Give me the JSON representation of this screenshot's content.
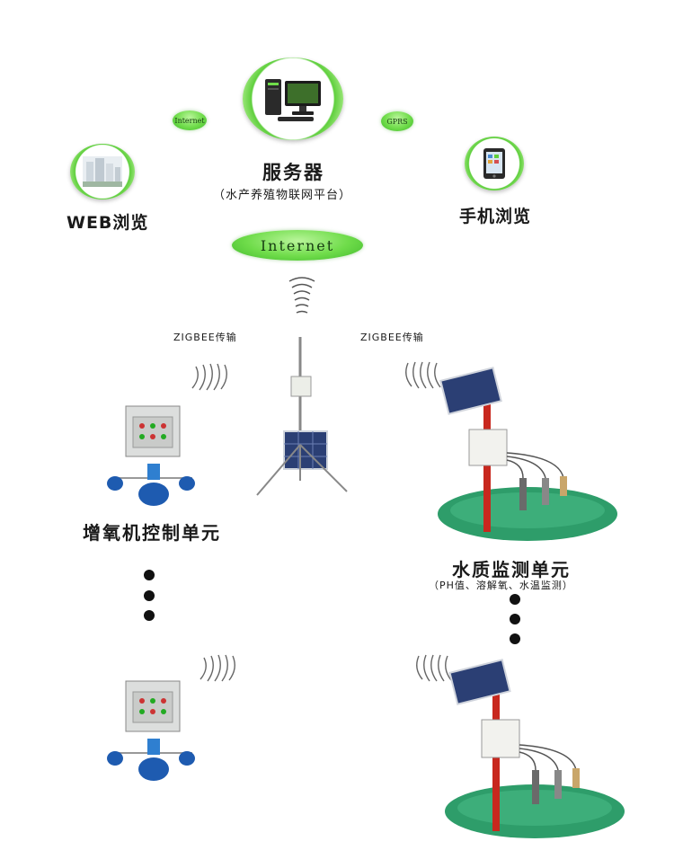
{
  "server": {
    "label": "服务器",
    "sublabel": "（水产养殖物联网平台）"
  },
  "web": {
    "label": "WEB浏览"
  },
  "mobile": {
    "label": "手机浏览"
  },
  "links": {
    "internet_small": "Internet",
    "gprs": "GPRS",
    "internet_main": "Internet"
  },
  "transmission": {
    "left": "ZIGBEE传输",
    "right": "ZIGBEE传输"
  },
  "units": {
    "aerator": "增氧机控制单元",
    "water_quality": "水质监测单元",
    "water_quality_sub": "（PH值、溶解氧、水温监测）"
  },
  "colors": {
    "accent_green": "#5fcf3d",
    "water": "#2e9d6a",
    "pole_red": "#c8281e",
    "device_blue": "#1e5bb0"
  },
  "icons": [
    "computer-icon",
    "building-icon",
    "smartphone-icon",
    "antenna-icon",
    "solar-panel-icon",
    "signal-wave-icon"
  ]
}
